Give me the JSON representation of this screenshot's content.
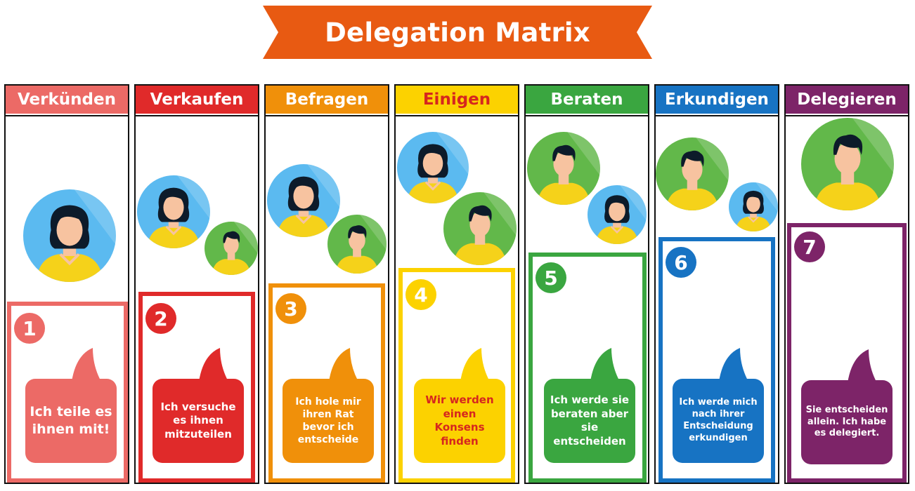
{
  "banner": {
    "title": "Delegation Matrix",
    "color": "#e85a12"
  },
  "columns": [
    {
      "header": "Verkünden",
      "number": "1",
      "text": "Ich teile es ihnen mit!",
      "color": "#ec6a66"
    },
    {
      "header": "Verkaufen",
      "number": "2",
      "text": "Ich versuche es ihnen mitzuteilen",
      "color": "#e02a2a"
    },
    {
      "header": "Befragen",
      "number": "3",
      "text": "Ich hole mir ihren Rat bevor ich entscheide",
      "color": "#f0900a"
    },
    {
      "header": "Einigen",
      "number": "4",
      "text": "Wir werden einen Konsens finden",
      "color": "#fcd200",
      "text_color": "#d6261e"
    },
    {
      "header": "Beraten",
      "number": "5",
      "text": "Ich werde sie beraten aber sie entscheiden",
      "color": "#3aa640"
    },
    {
      "header": "Erkundigen",
      "number": "6",
      "text": "Ich werde mich nach ihrer Entscheidung erkundigen",
      "color": "#1773c3"
    },
    {
      "header": "Delegieren",
      "number": "7",
      "text": "Sie entscheiden allein. Ich habe es delegiert.",
      "color": "#7d2468"
    }
  ],
  "avatar_colors": {
    "female_bg": "#5bbaf0",
    "male_bg": "#62b84a",
    "shirt": "#f5d21a",
    "skin": "#f7c3a0",
    "hair": "#0d1b2a"
  }
}
